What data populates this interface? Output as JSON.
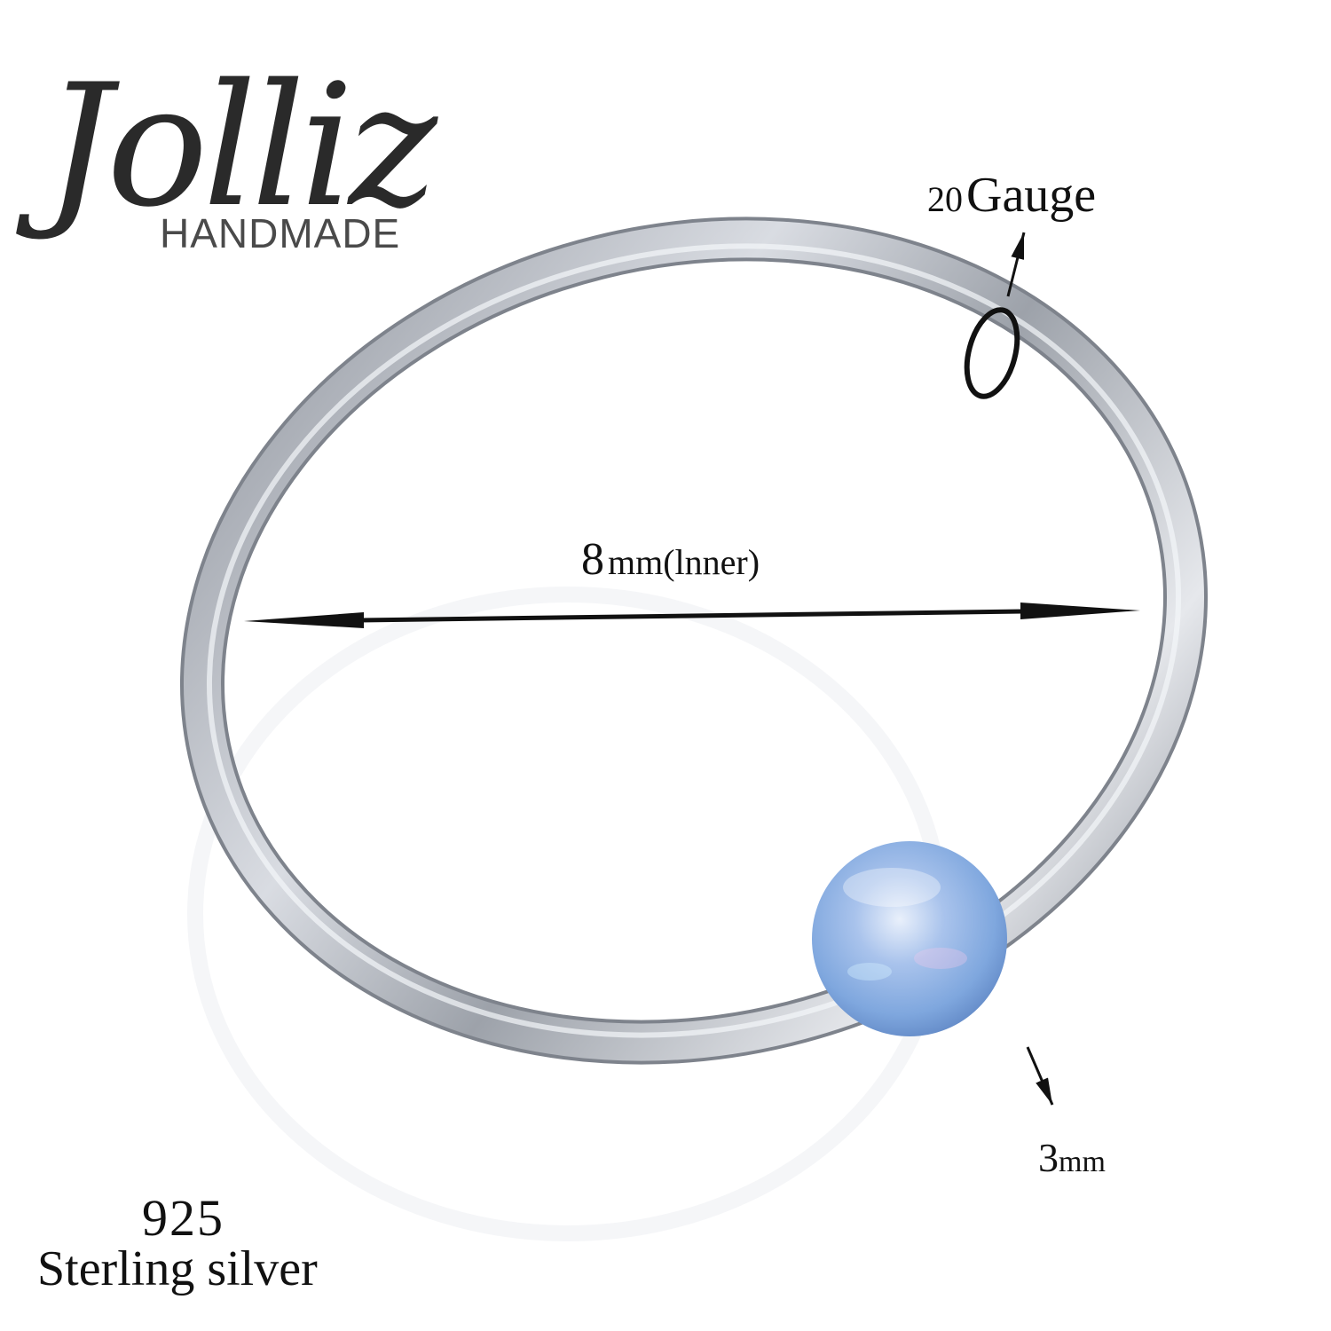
{
  "brand": {
    "name": "Jolliz",
    "tagline": "HANDMADE"
  },
  "annotations": {
    "gauge_number": "20",
    "gauge_unit": "Gauge",
    "inner_number": "8",
    "inner_unit": "mm(lnner)",
    "bead_number": "3",
    "bead_unit": "mm"
  },
  "material": {
    "purity": "925",
    "name": "Sterling silver"
  },
  "colors": {
    "ring_metal": "#b8bcc4",
    "ring_highlight": "#f2f4f8",
    "opal_bead": "#7fa7de",
    "annotation": "#111111",
    "background": "#ffffff"
  }
}
